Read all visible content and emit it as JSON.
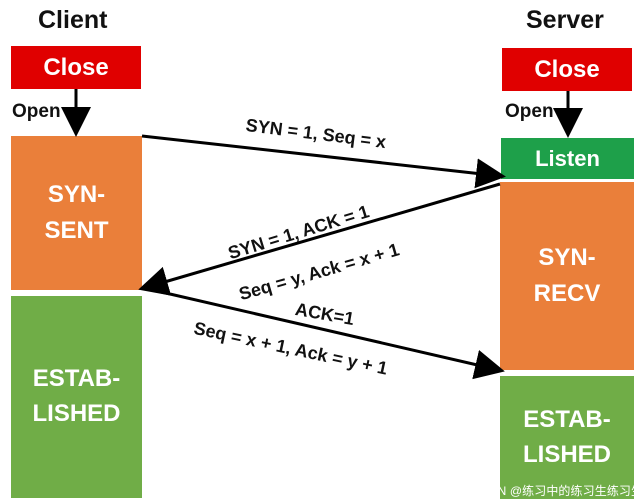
{
  "headers": {
    "client": "Client",
    "server": "Server"
  },
  "client": {
    "close": "Close",
    "open": "Open",
    "syn_sent": "SYN-\nSENT",
    "established": "ESTAB-\nLISHED"
  },
  "server": {
    "close": "Close",
    "open": "Open",
    "listen": "Listen",
    "syn_recv": "SYN-\nRECV",
    "established": "ESTAB-\nLISHED"
  },
  "messages": {
    "client_to_server_1": "SYN = 1,  Seq = x",
    "server_to_client_line1": "SYN = 1,   ACK = 1",
    "server_to_client_line2": "Seq = y,  Ack = x + 1",
    "client_to_server_3_line1": "ACK=1",
    "client_to_server_3_line2": "Seq = x + 1,  Ack = y + 1"
  },
  "watermark": "CSDN @练习中的练习生练习生"
}
